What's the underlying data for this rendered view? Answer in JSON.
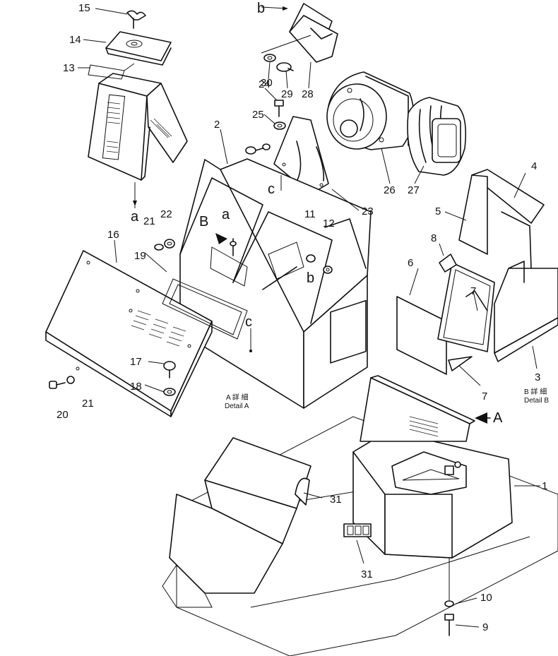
{
  "callouts": {
    "n1": "1",
    "n2": "2",
    "n3": "3",
    "n4": "4",
    "n5": "5",
    "n6": "6",
    "n7a": "7",
    "n7b": "7",
    "n8": "8",
    "n9": "9",
    "n10": "10",
    "n11": "11",
    "n12": "12",
    "n13": "13",
    "n14": "14",
    "n15": "15",
    "n16": "16",
    "n17": "17",
    "n18": "18",
    "n19": "19",
    "n20": "20",
    "n21a": "21",
    "n21b": "21",
    "n22": "22",
    "n23": "23",
    "n24": "24",
    "n25": "25",
    "n26": "26",
    "n27": "27",
    "n28": "28",
    "n29": "29",
    "n30": "30",
    "n31a": "31",
    "n31b": "31"
  },
  "markers": {
    "a_top": "a",
    "a_mid": "a",
    "b_top": "b",
    "b_mid": "b",
    "c_top": "c",
    "c_mid": "c",
    "B_view": "B",
    "A_view": "A"
  },
  "details": {
    "detail_a_jp": "A 詳 細",
    "detail_a_en": "Detail A",
    "detail_b_jp": "B 詳 細",
    "detail_b_en": "Detail B"
  }
}
